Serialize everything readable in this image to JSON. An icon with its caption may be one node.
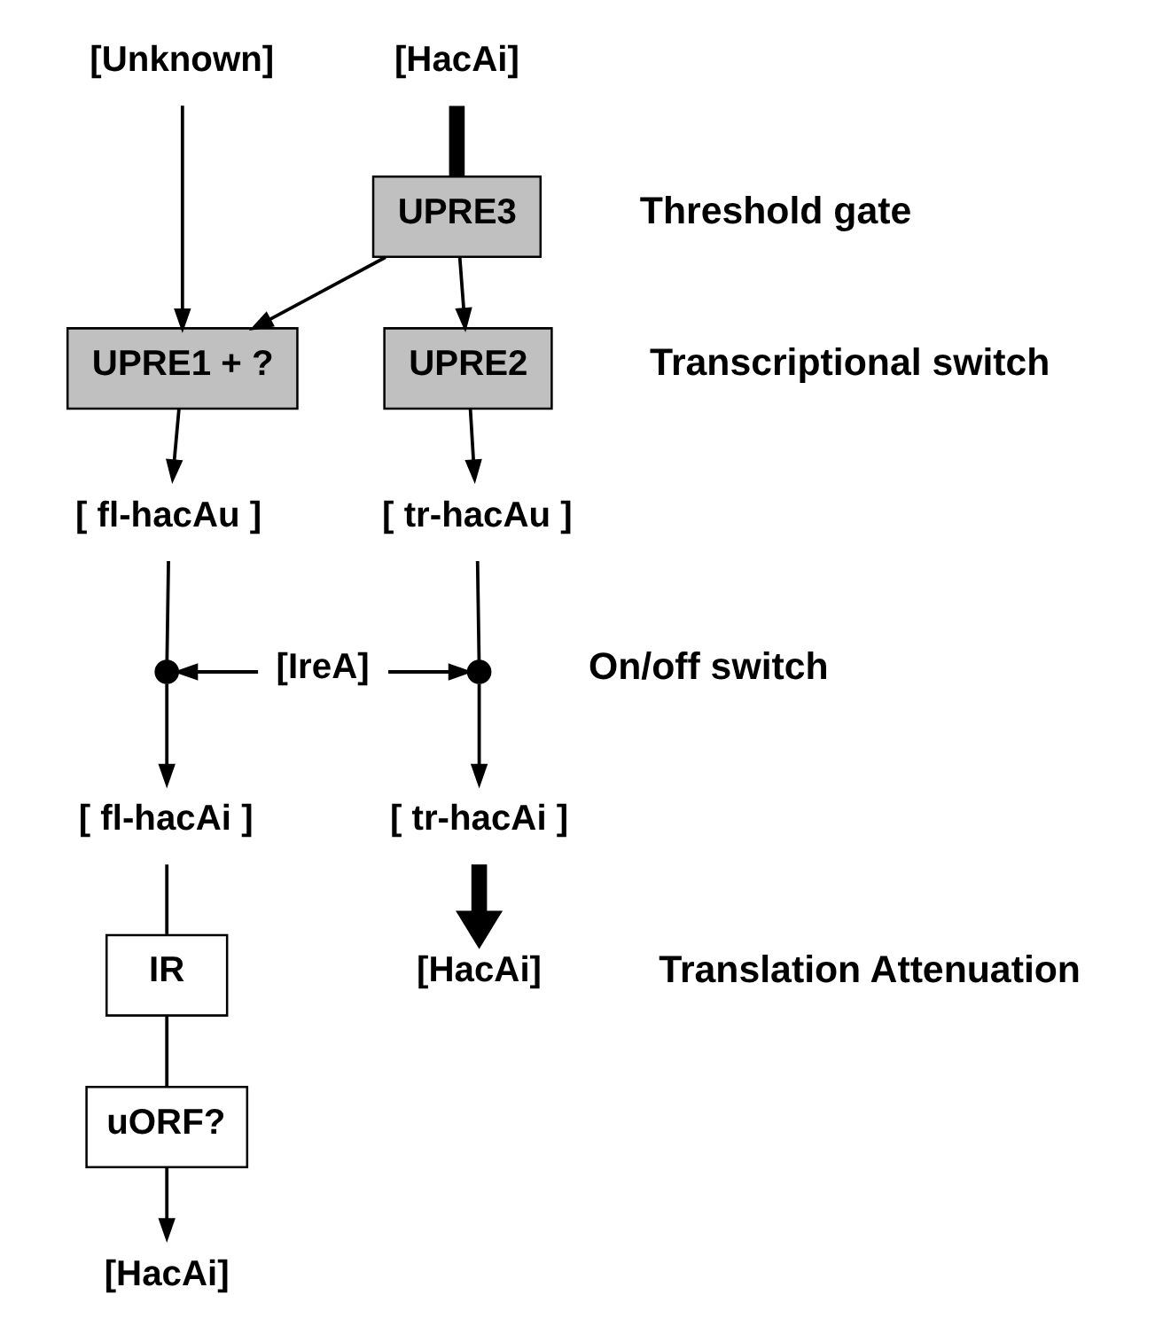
{
  "diagram": {
    "nodes": [
      {
        "text": [
          "[Unknown]"
        ]
      },
      {
        "text": [
          "[HacAi]"
        ]
      },
      {
        "text": [
          "UPRE3"
        ]
      },
      {
        "text": [
          "UPRE1 + ?"
        ]
      },
      {
        "text": [
          "UPRE2"
        ]
      },
      {
        "text": [
          "[ fl-hacAu ]"
        ]
      },
      {
        "text": [
          "[ tr-hacAu ]"
        ]
      },
      {
        "text": [],
        "shape": "switch"
      },
      {
        "text": [
          "[IreA]"
        ]
      },
      {
        "text": [],
        "shape": "switch"
      },
      {
        "text": [
          "[ fl-hacAi ]"
        ]
      },
      {
        "text": [
          "[ tr-hacAi ]"
        ]
      },
      {
        "text": [
          "IR"
        ]
      },
      {
        "text": [
          "uORF?"
        ]
      },
      {
        "text": [
          "[HacAi]"
        ]
      },
      {
        "text": [
          "[HacAi]"
        ]
      }
    ],
    "edges": [
      {
        "from": 0,
        "to": 3,
        "arrow": "to"
      },
      {
        "from": 1,
        "to": 2,
        "arrow": "none",
        "style": "thick"
      },
      {
        "from": 2,
        "to": 3,
        "arrow": "to"
      },
      {
        "from": 2,
        "to": 4,
        "arrow": "to"
      },
      {
        "from": 3,
        "to": 5,
        "arrow": "to"
      },
      {
        "from": 4,
        "to": 6,
        "arrow": "to"
      },
      {
        "from": 5,
        "to": 7,
        "arrow": "none"
      },
      {
        "from": 8,
        "to": 7,
        "arrow": "to"
      },
      {
        "from": 8,
        "to": 9,
        "arrow": "to"
      },
      {
        "from": 6,
        "to": 9,
        "arrow": "none"
      },
      {
        "from": 7,
        "to": 10,
        "arrow": "to"
      },
      {
        "from": 9,
        "to": 11,
        "arrow": "to"
      },
      {
        "from": 10,
        "to": 12,
        "arrow": "none"
      },
      {
        "from": 12,
        "to": 13,
        "arrow": "none"
      },
      {
        "from": 13,
        "to": 14,
        "arrow": "to"
      },
      {
        "from": 11,
        "to": 15,
        "arrow": "to",
        "style": "thick"
      }
    ],
    "labels": [
      "Threshold gate",
      "Transcriptional switch",
      "On/off switch",
      "Translation Attenuation"
    ]
  }
}
